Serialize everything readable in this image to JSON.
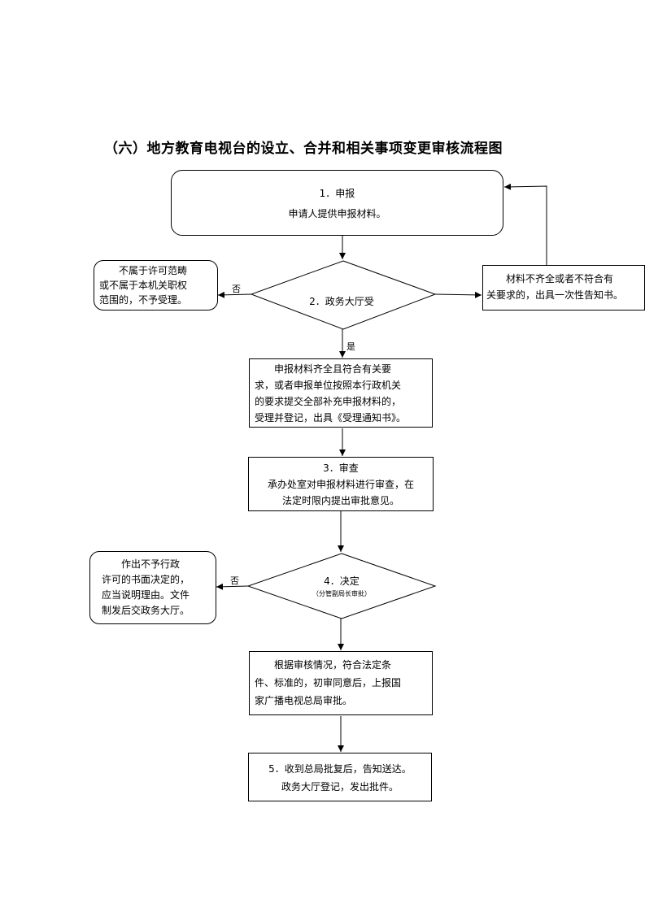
{
  "title": "（六）地方教育电视台的设立、合并和相关事项变更审核流程图",
  "step1": {
    "heading": "1．申报",
    "text": "申请人提供申报材料。"
  },
  "step2": {
    "label": "2．政务大厅受"
  },
  "reject_left": {
    "lines": [
      "不属于许可范畴",
      "或不属于本机关职权",
      "范围的，不予受理。"
    ]
  },
  "incomplete_right": {
    "lines": [
      "材料不齐全或者不符合有",
      "关要求的，出具一次性告知书。"
    ]
  },
  "accepted": {
    "lines": [
      "申报材料齐全且符合有关要",
      "求，或者申报单位按照本行政机关",
      "的要求提交全部补充申报材料的，",
      "受理并登记，出具《受理通知书》。"
    ]
  },
  "step3": {
    "heading": "3．审查",
    "lines": [
      "承办处室对申报材料进行审查，在",
      "法定时限内提出审批意见。"
    ]
  },
  "step4": {
    "heading": "4．决定",
    "sub": "（分管副局长审批）"
  },
  "reject_decision": {
    "lines": [
      "作出不予行政",
      "许可的书面决定的，",
      "应当说明理由。文件",
      "制发后交政务大厅。"
    ]
  },
  "approve": {
    "lines": [
      "根据审核情况，符合法定条",
      "件、标准的，初审同意后，上报国",
      "家广播电视总局审批。"
    ]
  },
  "step5": {
    "lines": [
      "5．收到总局批复后，告知送达。",
      "政务大厅登记，发出批件。"
    ]
  },
  "edge_labels": {
    "no1": "否",
    "yes": "是",
    "no2": "否"
  }
}
